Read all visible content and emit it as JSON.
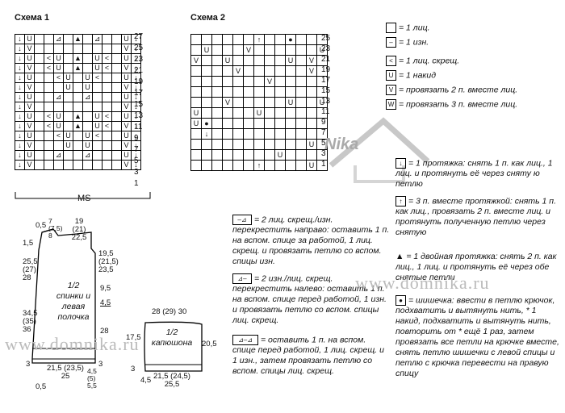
{
  "scheme1": {
    "title": "Схема 1",
    "rows": [
      "27",
      "25",
      "23",
      "21",
      "19",
      "17",
      "15",
      "13",
      "11",
      "9",
      "7",
      "5",
      "3",
      "1"
    ],
    "grid": [
      [
        "↓",
        "U",
        "",
        "",
        "⊿",
        "",
        "▲",
        "",
        "⊿",
        "",
        "",
        "U",
        "↓"
      ],
      [
        "↓",
        "V",
        "",
        "",
        "",
        "",
        "",
        "",
        "",
        "",
        "",
        "V",
        "↓"
      ],
      [
        "↓",
        "U",
        "",
        "<",
        "U",
        "",
        "▲",
        "",
        "U",
        "<",
        "",
        "U",
        "↓"
      ],
      [
        "↓",
        "V",
        "",
        "<",
        "U",
        "",
        "▲",
        "",
        "U",
        "<",
        "",
        "V",
        "↓"
      ],
      [
        "↓",
        "U",
        "",
        "",
        "<",
        "U",
        "",
        "U",
        "<",
        "",
        "",
        "U",
        "↓"
      ],
      [
        "↓",
        "V",
        "",
        "",
        "",
        "U",
        "",
        "U",
        "",
        "",
        "",
        "V",
        "↓"
      ],
      [
        "↓",
        "U",
        "",
        "",
        "⊿",
        "",
        "",
        "⊿",
        "",
        "",
        "",
        "U",
        "↓"
      ],
      [
        "↓",
        "V",
        "",
        "",
        "",
        "",
        "",
        "",
        "",
        "",
        "",
        "V",
        "↓"
      ],
      [
        "↓",
        "U",
        "",
        "<",
        "U",
        "",
        "▲",
        "",
        "U",
        "<",
        "",
        "U",
        "↓"
      ],
      [
        "↓",
        "V",
        "",
        "<",
        "U",
        "",
        "▲",
        "",
        "U",
        "<",
        "",
        "V",
        "↓"
      ],
      [
        "↓",
        "U",
        "",
        "",
        "<",
        "U",
        "",
        "U",
        "<",
        "",
        "",
        "U",
        "↓"
      ],
      [
        "↓",
        "V",
        "",
        "",
        "",
        "U",
        "",
        "U",
        "",
        "",
        "",
        "V",
        "↓"
      ],
      [
        "↓",
        "U",
        "",
        "",
        "⊿",
        "",
        "",
        "⊿",
        "",
        "",
        "",
        "U",
        "↓"
      ],
      [
        "↓",
        "V",
        "",
        "",
        "",
        "",
        "",
        "",
        "",
        "",
        "",
        "V",
        "↓"
      ]
    ],
    "ms_label": "MS"
  },
  "scheme2": {
    "title": "Схема 2",
    "rows": [
      "25",
      "23",
      "21",
      "19",
      "17",
      "15",
      "13",
      "11",
      "9",
      "7",
      "5",
      "3",
      "1"
    ],
    "grid": [
      [
        "",
        "",
        "",
        "",
        "",
        "",
        "↑",
        "",
        "",
        "●",
        "",
        "",
        ""
      ],
      [
        "",
        "U",
        "",
        "",
        "",
        "V",
        "",
        "",
        "",
        "",
        "",
        "",
        "U"
      ],
      [
        "V",
        "",
        "",
        "U",
        "",
        "",
        "",
        "",
        "",
        "U",
        "",
        "V",
        ""
      ],
      [
        "",
        "",
        "",
        "",
        "V",
        "",
        "",
        "",
        "",
        "",
        "",
        "V",
        ""
      ],
      [
        "",
        "",
        "",
        "",
        "",
        "",
        "",
        "V",
        "",
        "",
        "",
        "",
        ""
      ],
      [
        "",
        "",
        "",
        "",
        "",
        "",
        "",
        "",
        "",
        "",
        "",
        "",
        ""
      ],
      [
        "",
        "",
        "",
        "V",
        "",
        "",
        "",
        "",
        "",
        "U",
        "",
        "",
        "U"
      ],
      [
        "U",
        "",
        "",
        "",
        "",
        "",
        "U",
        "",
        "",
        "",
        "",
        "",
        ""
      ],
      [
        "U",
        "●",
        "",
        "",
        "",
        "",
        "",
        "",
        "",
        "",
        "",
        "",
        ""
      ],
      [
        "",
        "↓",
        "",
        "",
        "",
        "",
        "",
        "",
        "",
        "",
        "",
        "",
        ""
      ],
      [
        "",
        "",
        "",
        "",
        "",
        "",
        "",
        "",
        "",
        "",
        "",
        "U",
        ""
      ],
      [
        "",
        "",
        "",
        "",
        "",
        "",
        "",
        "",
        "U",
        "",
        "",
        "",
        ""
      ],
      [
        "",
        "",
        "",
        "",
        "",
        "",
        "↑",
        "",
        "",
        "",
        "",
        "U",
        ""
      ]
    ]
  },
  "legend": {
    "knit": "= 1 лиц.",
    "purl": "= 1 изн.",
    "ssk": "= 1 лиц. скрещ.",
    "yo": "= 1 накид",
    "k2tog": "= провязать 2 п. вместе лиц.",
    "k3tog": "= провязать 3 п. вместе лиц."
  },
  "legend2": {
    "sl1k1psso": "= 1 протяжка: снять 1 п. как лиц., 1 лиц. и протянуть её через сняту ю петлю",
    "k3tog_psso": "= 3 п. вместе протяжкой: снять 1 п. как лиц., провязать 2 п. вместе лиц. и протянуть полученную петлю через снятую",
    "double_dec": "= 1 двойная протяжка: снять 2 п. как лиц., 1 лиц. и протянуть её через обе снятые петли",
    "bobble": "= шишечка: ввести в петлю крючок, подхватить и вытянуть нить, * 1 накид, подхватить и вытянуть нить, повторить от * ещё 1 раз, затем провязать все петли на крючке вместе, снять петлю шишечки с левой спицы и петлю с крючка перевести на правую спицу"
  },
  "cables": {
    "c1": "= 2 лиц. скрещ./изн. перекрестить направо: оставить 1 п. на вспом. спице за работой, 1 лиц. скрещ. и провязать петлю со вспом. спицы изн.",
    "c2": "= 2 изн./лиц. скрещ. перекрестить налево: оставить 1 п. на вспом. спице перед работой, 1 изн. и провязать петлю со вспом. спицы лиц. скрещ.",
    "c3": "= оставить 1 п. на вспом. спице перед работой, 1 лиц. скрещ. и 1 изн., затем провязать петлю со вспом. спицы лиц. скрещ."
  },
  "back": {
    "label": "1/2 спинки и левая полочка",
    "dims": {
      "top1": "7 (7,5) 8",
      "top_a": "0,5",
      "top2": "19 (21) 22,5",
      "left1": "1,5",
      "left2": "25,5 (27) 28",
      "left3": "34,5 (35) 36",
      "right1": "19,5 (21,5) 23,5",
      "right2": "9,5",
      "right3": "4,5",
      "right4": "28",
      "bot1": "21,5 (23,5) 25",
      "bot2": "4,5 (5) 5,5",
      "bot3": "0,5",
      "bot4": "3",
      "bot5": "3"
    }
  },
  "hood": {
    "label": "1/2 капюшона",
    "dims": {
      "top": "28 (29) 30",
      "left": "17,5",
      "right": "20,5",
      "bot": "21,5 (24,5) 25,5",
      "bot_a": "4,5",
      "left_b": "3"
    }
  },
  "watermark": {
    "site": "www.domnika.ru",
    "logo": "Nika"
  }
}
